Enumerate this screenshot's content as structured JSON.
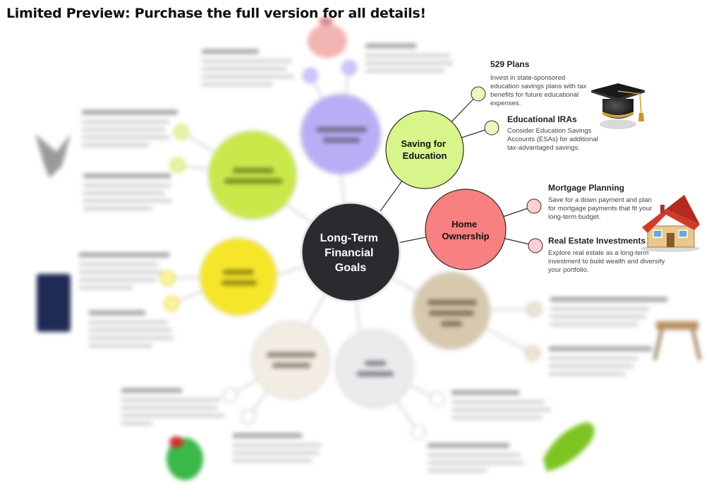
{
  "banner": "Limited Preview: Purchase the full version for all details!",
  "colors": {
    "center": "#2b2b2f",
    "education": "#d7f58a",
    "home": "#f88080",
    "retirement": "#b9aef5",
    "financial_independence": "#c9e84a",
    "estate": "#f6e62a",
    "investment": "#f3ede4",
    "debt": "#ebebee",
    "emergency": "#d6c9ae"
  },
  "center": {
    "label": [
      "Long-Term",
      "Financial",
      "Goals"
    ]
  },
  "education": {
    "label": [
      "Saving for",
      "Education"
    ],
    "icon": "graduation-cap-icon",
    "leaves": [
      {
        "title": "529 Plans",
        "desc": [
          "Invest in state-sponsored",
          "education savings plans with tax",
          "benefits for future educational",
          "expenses."
        ]
      },
      {
        "title": "Educational IRAs",
        "desc": [
          "Consider Education Savings",
          "Accounts (ESAs) for additional",
          "tax-advantaged savings."
        ]
      }
    ]
  },
  "home": {
    "label": [
      "Home",
      "Ownership"
    ],
    "icon": "house-icon",
    "leaves": [
      {
        "title": "Mortgage Planning",
        "desc": [
          "Save for a down payment and plan",
          "for mortgage payments that fit your",
          "long-term budget."
        ]
      },
      {
        "title": "Real Estate Investments",
        "desc": [
          "Explore real estate as a long-term",
          "investment to build wealth and diversify",
          "your portfolio."
        ]
      }
    ]
  },
  "blurred_icons": [
    "piggy-bank-icon",
    "bird-icon",
    "book-icon",
    "apple-icon",
    "sawhorse-icon",
    "calculator-icon"
  ]
}
